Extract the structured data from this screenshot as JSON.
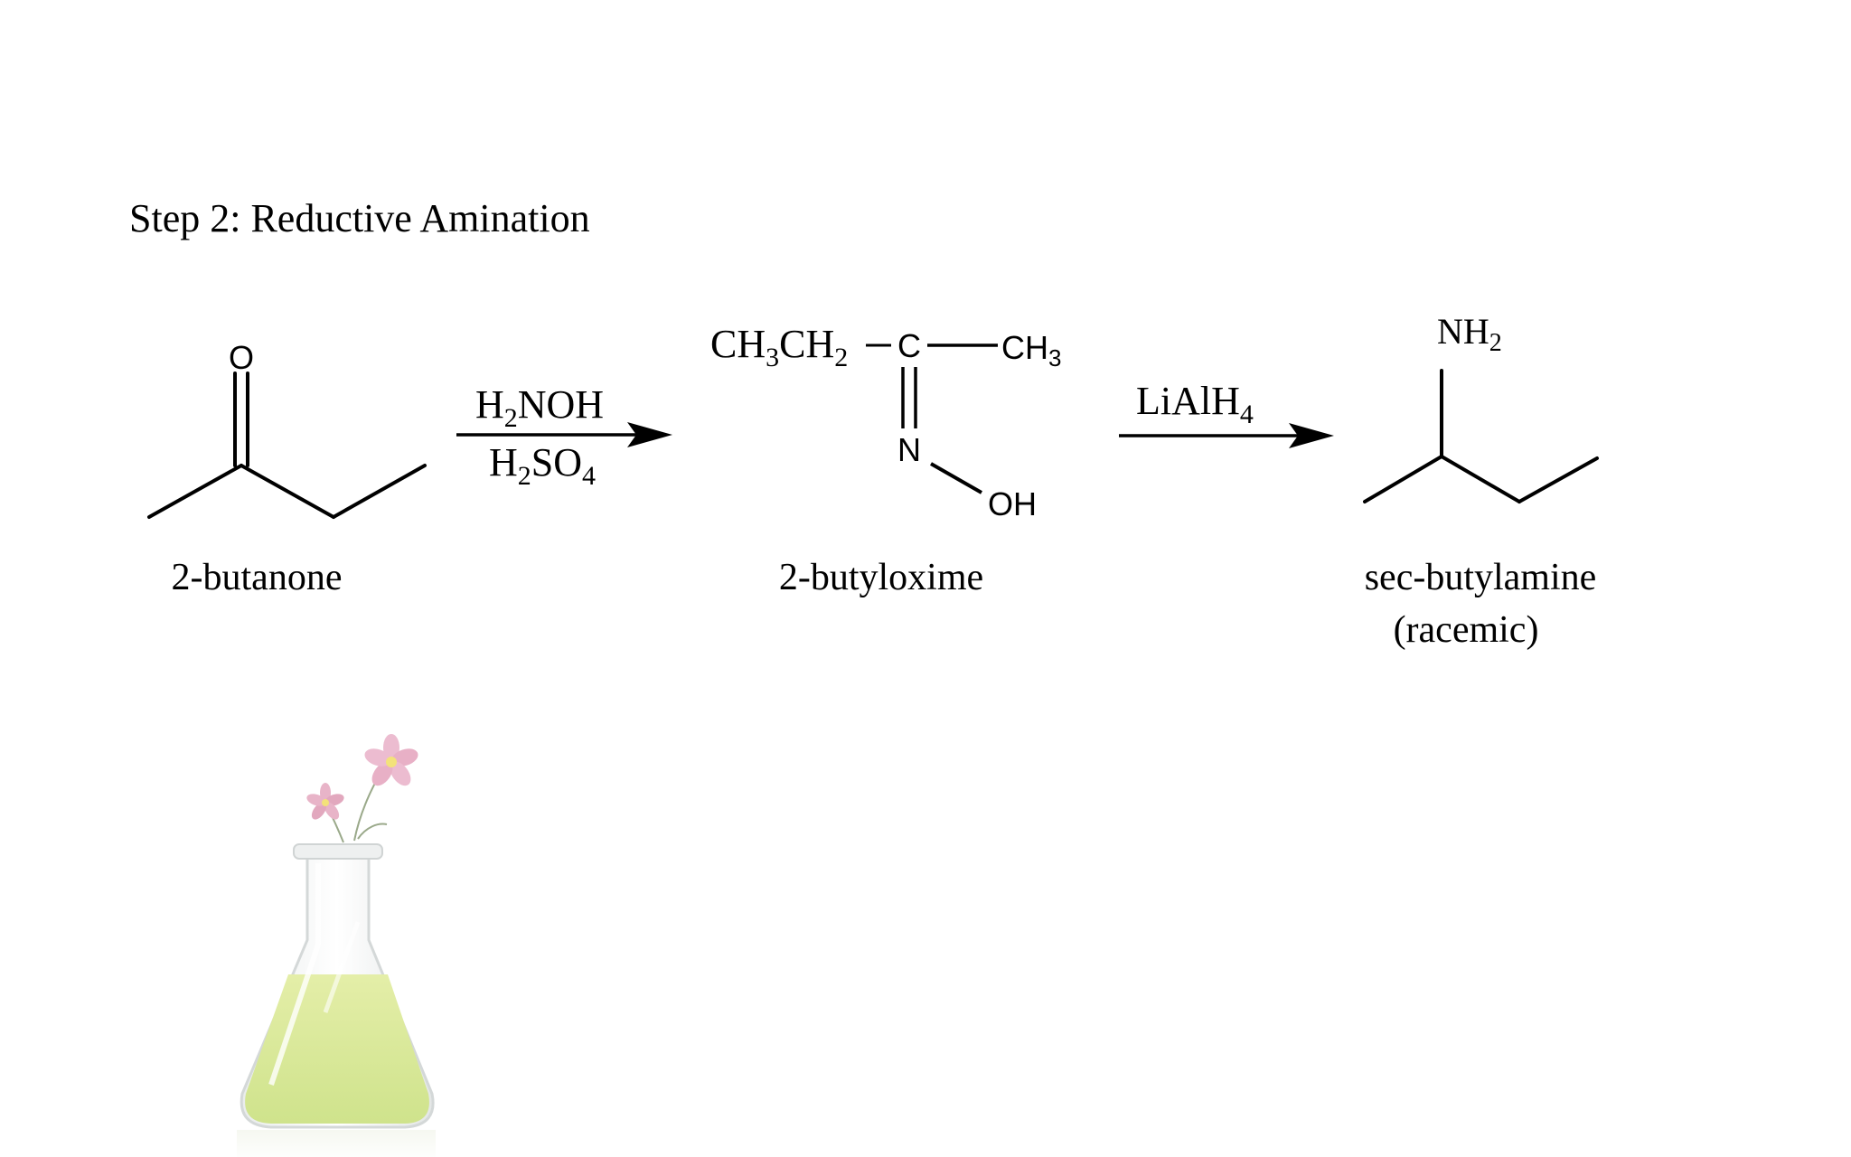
{
  "title": "Step 2: Reductive Amination",
  "reactant": {
    "name": "2-butanone",
    "atom_o": "O"
  },
  "step1": {
    "reagent_top": {
      "main": "H",
      "sub": "2",
      "rest": "NOH"
    },
    "reagent_bottom": {
      "main": "H",
      "sub": "2",
      "mid": "SO",
      "sub2": "4"
    }
  },
  "intermediate": {
    "name": "2-butyloxime",
    "left_group": {
      "a": "CH",
      "a_sub": "3",
      "b": "CH",
      "b_sub": "2"
    },
    "carbon": "C",
    "right_group": {
      "a": "CH",
      "a_sub": "3"
    },
    "nitrogen": "N",
    "hydroxyl": "OH"
  },
  "step2": {
    "reagent": {
      "main": "LiAlH",
      "sub": "4"
    }
  },
  "product": {
    "name": "sec-butylamine",
    "note": "(racemic)",
    "amine": {
      "main": "NH",
      "sub": "2"
    }
  },
  "decoration": {
    "icon": "erlenmeyer-flask-with-flowers",
    "liquid_color": "#d6e89a",
    "flower_color": "#e8b4c8"
  }
}
